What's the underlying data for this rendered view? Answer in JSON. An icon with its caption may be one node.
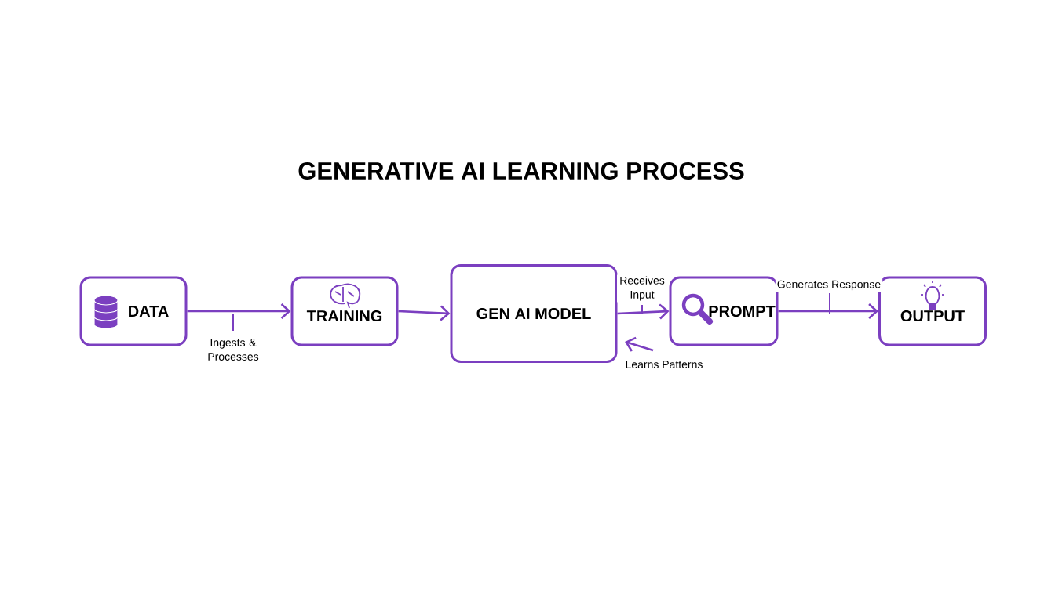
{
  "diagram": {
    "title": "GENERATIVE AI LEARNING PROCESS",
    "nodes": [
      {
        "text": [
          "DATA"
        ]
      },
      {
        "text": [
          "TRAINING"
        ]
      },
      {
        "text": [
          "GEN AI MODEL"
        ]
      },
      {
        "text": [
          "PROMPT"
        ]
      },
      {
        "text": [
          "OUTPUT"
        ]
      }
    ],
    "edges": [
      {
        "from": 0,
        "to": 1,
        "arrow": "to",
        "label": "Ingests & Processes"
      },
      {
        "from": 1,
        "to": 2,
        "arrow": "to"
      },
      {
        "from": 2,
        "to": 3,
        "arrow": "to",
        "label": "Receives Input"
      },
      {
        "from": null,
        "to": 2,
        "arrow": "to",
        "label": "Learns Patterns"
      },
      {
        "from": 3,
        "to": 4,
        "arrow": "to",
        "label": "Generates Response"
      }
    ]
  }
}
